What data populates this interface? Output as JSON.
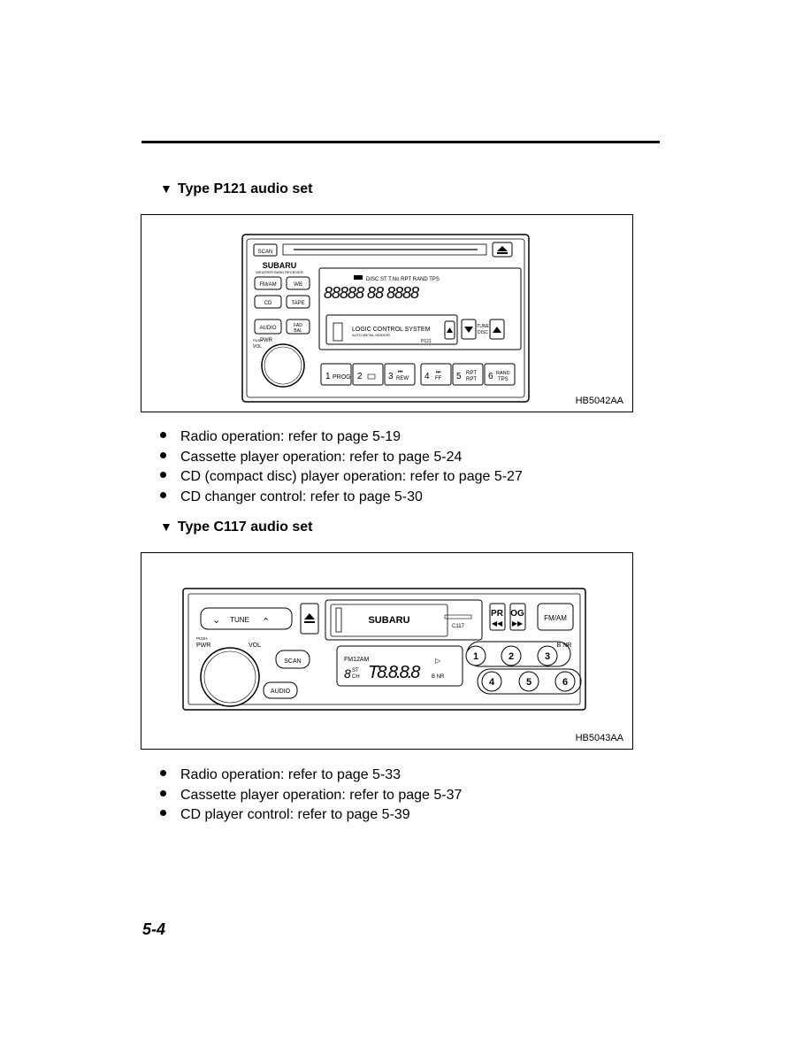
{
  "section1": {
    "heading": "Type P121 audio set",
    "figure_code": "HB5042AA",
    "radio": {
      "scan": "SCAN",
      "brand": "SUBARU",
      "brand_sub": "WEATHER BAND RECEIVER",
      "fm_am": "FM/AM",
      "wb": "WB",
      "cd": "CD",
      "tape": "TAPE",
      "audio": "AUDIO",
      "fad": "FAD",
      "bal": "BAL",
      "push": "PUSH",
      "pwr": "PWR",
      "vol": "VOL",
      "display_indicators": "DISC  ST  T.No  RPT RAND TPS",
      "display_digits": "88888 88 8888",
      "logic_control": "LOGIC CONTROL SYSTEM",
      "auto_metal": "AUTO METAL SENSOR",
      "model": "P121",
      "tune": "TUNE",
      "disc": "DISC",
      "presets": [
        {
          "num": "1",
          "label": "PROG"
        },
        {
          "num": "2",
          "label": ""
        },
        {
          "num": "3",
          "label": "REW"
        },
        {
          "num": "4",
          "label": "FF"
        },
        {
          "num": "5",
          "label": "RPT"
        },
        {
          "num": "6",
          "label": "RAND"
        }
      ],
      "preset6_sub": "TPS",
      "preset5_sub": "RPT"
    },
    "bullets": [
      "Radio operation: refer to page 5-19",
      "Cassette player operation: refer to page 5-24",
      "CD (compact disc) player operation: refer to page 5-27",
      "CD changer control: refer to page 5-30"
    ]
  },
  "section2": {
    "heading": "Type C117 audio set",
    "figure_code": "HB5043AA",
    "radio": {
      "tune": "TUNE",
      "brand": "SUBARU",
      "model": "C117",
      "pr": "PR",
      "og": "OG",
      "fm_am": "FM/AM",
      "push": "PUSH",
      "pwr": "PWR",
      "vol": "VOL",
      "scan": "SCAN",
      "audio": "AUDIO",
      "bnr": "B NR",
      "display_band": "FM12AM",
      "display_digits": "T8.8.8.8",
      "display_st": "ST",
      "display_ch": "CH",
      "display_bnr": "B NR",
      "presets": [
        "1",
        "2",
        "3",
        "4",
        "5",
        "6"
      ]
    },
    "bullets": [
      "Radio operation: refer to page 5-33",
      "Cassette player operation: refer to page 5-37",
      "CD player control: refer to page 5-39"
    ]
  },
  "page_number": "5-4"
}
